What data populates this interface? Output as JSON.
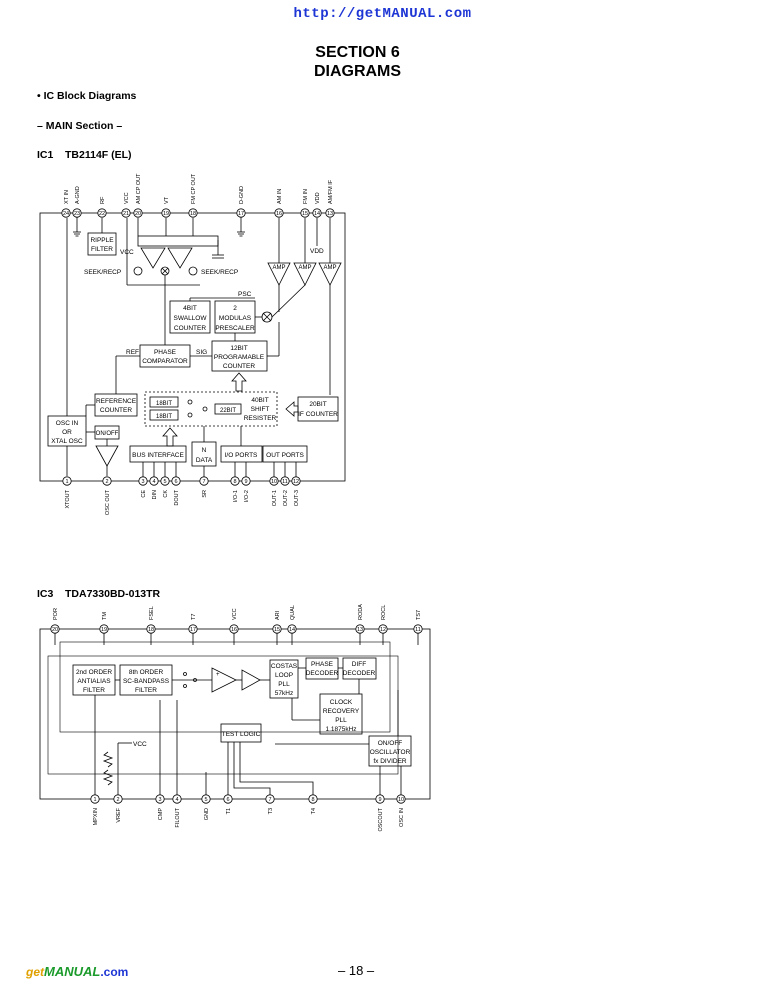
{
  "header_url": "http://getMANUAL.com",
  "section": {
    "line1": "SECTION  6",
    "line2": "DIAGRAMS"
  },
  "bullet": "• IC Block Diagrams",
  "subsection": "– MAIN Section –",
  "ic1": {
    "label": "IC1    TB2114F (EL)",
    "top_pins": [
      {
        "n": "24",
        "name": "XT IN"
      },
      {
        "n": "23",
        "name": "A-GND"
      },
      {
        "n": "22",
        "name": "RF"
      },
      {
        "n": "21",
        "name": "VCC"
      },
      {
        "n": "20",
        "name": "AM CP OUT"
      },
      {
        "n": "19",
        "name": "VT"
      },
      {
        "n": "18",
        "name": "FM CP OUT"
      },
      {
        "n": "17",
        "name": "D-GND"
      },
      {
        "n": "16",
        "name": "AM IN"
      },
      {
        "n": "15",
        "name": "FM IN"
      },
      {
        "n": "14",
        "name": "VDD"
      },
      {
        "n": "13",
        "name": "AM/FM IF"
      }
    ],
    "bottom_pins": [
      {
        "n": "1",
        "name": "XTOUT"
      },
      {
        "n": "2",
        "name": "OSC OUT"
      },
      {
        "n": "3",
        "name": "CE"
      },
      {
        "n": "4",
        "name": "DIN"
      },
      {
        "n": "5",
        "name": "CK"
      },
      {
        "n": "6",
        "name": "DOUT"
      },
      {
        "n": "7",
        "name": "SR"
      },
      {
        "n": "8",
        "name": "I/O-1"
      },
      {
        "n": "9",
        "name": "I/O-2"
      },
      {
        "n": "10",
        "name": "OUT-1"
      },
      {
        "n": "11",
        "name": "OUT-2"
      },
      {
        "n": "12",
        "name": "OUT-3"
      }
    ],
    "blocks": {
      "ripple1": "RIPPLE",
      "ripple2": "FILTER",
      "vcc": "VCC",
      "vdd": "VDD",
      "seek_l": "SEEK/RECP",
      "seek_r": "SEEK/RECP",
      "amp1": "AMP",
      "amp2": "AMP",
      "amp3": "AMP",
      "psc": "PSC",
      "swallow1": "4BIT",
      "swallow2": "SWALLOW",
      "swallow3": "COUNTER",
      "mod1": "2",
      "mod2": "MODULAS",
      "mod3": "PRESCALER",
      "ref": "REF",
      "sig": "SIG",
      "phase1": "PHASE",
      "phase2": "COMPARATOR",
      "prog1": "12BIT",
      "prog2": "PROGRAMABLE",
      "prog3": "COUNTER",
      "refc1": "REFERENCE",
      "refc2": "COUNTER",
      "osc1": "OSC IN",
      "osc2": "OR",
      "osc3": "XTAL OSC",
      "onoff": "ON/OFF",
      "b18a": "18BIT",
      "b18b": "18BIT",
      "b22": "22BIT",
      "shift1": "40BIT",
      "shift2": "SHIFT",
      "shift3": "RESISTER",
      "ifc1": "20BIT",
      "ifc2": "IF COUNTER",
      "bus": "BUS INTERFACE",
      "ndata1": "N",
      "ndata2": "DATA",
      "io": "I/O PORTS",
      "out": "OUT PORTS"
    }
  },
  "ic3": {
    "label": "IC3    TDA7330BD-013TR",
    "top_pins": [
      {
        "n": "20",
        "name": "POR"
      },
      {
        "n": "19",
        "name": "TM"
      },
      {
        "n": "18",
        "name": "FSEL"
      },
      {
        "n": "17",
        "name": "T7"
      },
      {
        "n": "16",
        "name": "VCC"
      },
      {
        "n": "15",
        "name": "ARI"
      },
      {
        "n": "14",
        "name": "QUAL"
      },
      {
        "n": "13",
        "name": "RODA"
      },
      {
        "n": "12",
        "name": "ROCL"
      },
      {
        "n": "11",
        "name": "TS7"
      }
    ],
    "bottom_pins": [
      {
        "n": "1",
        "name": "MPXIN"
      },
      {
        "n": "2",
        "name": "VREF"
      },
      {
        "n": "3",
        "name": "CMP"
      },
      {
        "n": "4",
        "name": "FILOUT"
      },
      {
        "n": "5",
        "name": "GND"
      },
      {
        "n": "6",
        "name": "T1"
      },
      {
        "n": "7",
        "name": "T3"
      },
      {
        "n": "8",
        "name": "T4"
      },
      {
        "n": "9",
        "name": "OSCOUT"
      },
      {
        "n": "10",
        "name": "OSC IN"
      }
    ],
    "blocks": {
      "aa1": "2nd ORDER",
      "aa2": "ANTIALIAS",
      "aa3": "FILTER",
      "bp1": "8th ORDER",
      "bp2": "SC-BANDPASS",
      "bp3": "FILTER",
      "costas1": "COSTAS",
      "costas2": "LOOP",
      "costas3": "PLL",
      "costas4": "57kHz",
      "phd1": "PHASE",
      "phd2": "DECODER",
      "dd1": "DIFF",
      "dd2": "DECODER",
      "clk1": "CLOCK",
      "clk2": "RECOVERY",
      "clk3": "PLL",
      "clk4": "1.1875kHz",
      "test": "TEST LOGIC",
      "vcc": "VCC",
      "osc1": "ON/OFF",
      "osc2": "OSCILLATOR",
      "osc3": "fx DIVIDER"
    }
  },
  "footer": {
    "logo_get": "get",
    "logo_manual": "MANUAL",
    "logo_com": ".com",
    "page": "– 18 –"
  }
}
